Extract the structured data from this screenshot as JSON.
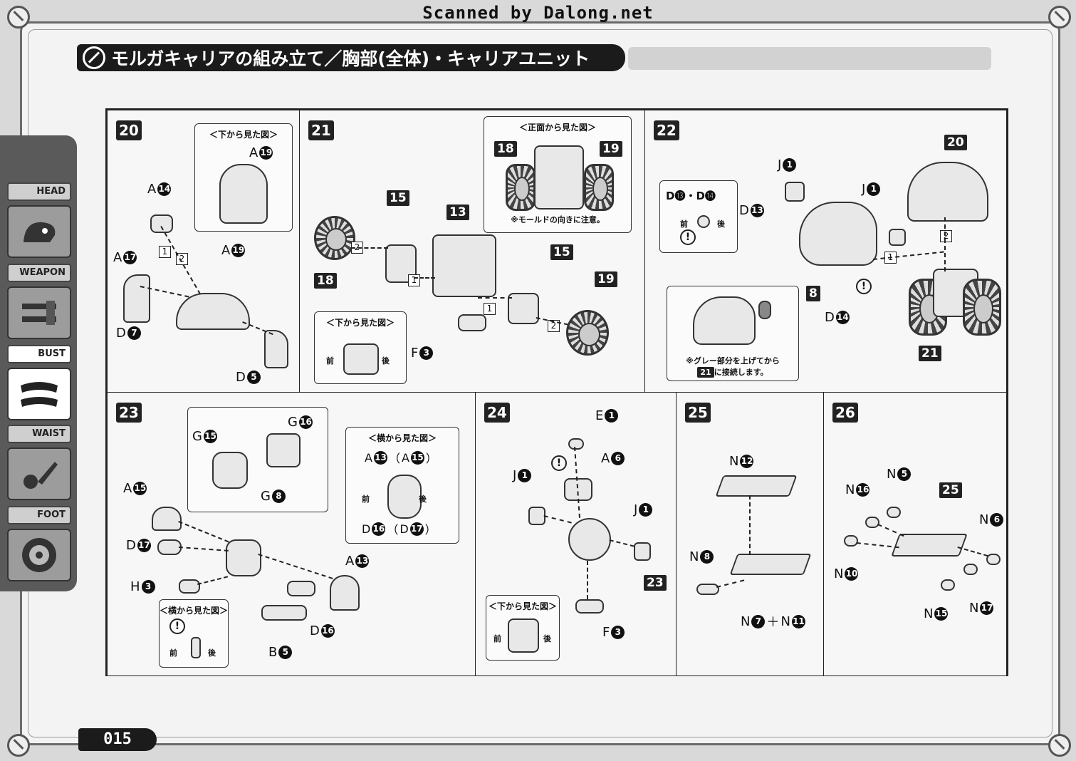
{
  "watermark": "Scanned by Dalong.net",
  "title": "モルガキャリアの組み立て／胸部(全体)・キャリアユニット",
  "page_number": "015",
  "sidebar": {
    "tabs": [
      {
        "label": "HEAD",
        "active": false,
        "icon": "head-icon"
      },
      {
        "label": "WEAPON",
        "active": false,
        "icon": "weapon-icon"
      },
      {
        "label": "BUST",
        "active": true,
        "icon": "bust-icon"
      },
      {
        "label": "WAIST",
        "active": false,
        "icon": "waist-icon"
      },
      {
        "label": "FOOT",
        "active": false,
        "icon": "foot-icon"
      }
    ]
  },
  "steps": {
    "s20": {
      "num": "20",
      "inset_title": "＜下から見た図＞",
      "inset_part": {
        "letter": "A",
        "num": "19"
      },
      "labels": [
        {
          "letter": "A",
          "num": "14"
        },
        {
          "letter": "A",
          "num": "17"
        },
        {
          "letter": "A",
          "num": "19"
        },
        {
          "letter": "D",
          "num": "7"
        },
        {
          "letter": "D",
          "num": "5"
        }
      ],
      "order": [
        "1",
        "2"
      ]
    },
    "s21": {
      "num": "21",
      "inset_top_title": "＜正面から見た図＞",
      "inset_top_note": "※モールドの向きに注意。",
      "inset_top_refs": [
        "18",
        "19"
      ],
      "inset_bottom_title": "＜下から見た図＞",
      "front": "前",
      "back": "後",
      "refs": [
        "15",
        "13",
        "18",
        "15",
        "19"
      ],
      "labels": [
        {
          "letter": "F",
          "num": "3"
        }
      ],
      "order": [
        "2",
        "1",
        "1",
        "2"
      ]
    },
    "s22": {
      "num": "22",
      "labels": [
        {
          "letter": "J",
          "num": "1"
        },
        {
          "letter": "J",
          "num": "1"
        },
        {
          "letter": "D",
          "num": "13"
        },
        {
          "letter": "D",
          "num": "14"
        }
      ],
      "inset_pair": "D⓭・D⓮",
      "front": "前",
      "back": "後",
      "refs": [
        "20",
        "8",
        "21"
      ],
      "order": [
        "2",
        "1"
      ],
      "note_line1": "※グレー部分を上げてから",
      "note_ref": "21",
      "note_line2": "に接続します。"
    },
    "s23": {
      "num": "23",
      "inset_side_title": "＜横から見た図＞",
      "inset_side_line1": {
        "a": "A",
        "n1": "13",
        "alt_a": "A",
        "n2": "15"
      },
      "inset_side_line2": {
        "a": "D",
        "n1": "16",
        "alt_a": "D",
        "n2": "17"
      },
      "front": "前",
      "back": "後",
      "inset_small_title": "＜横から見た図＞",
      "labels": [
        {
          "letter": "G",
          "num": "15"
        },
        {
          "letter": "G",
          "num": "16"
        },
        {
          "letter": "G",
          "num": "8"
        },
        {
          "letter": "A",
          "num": "15"
        },
        {
          "letter": "D",
          "num": "17"
        },
        {
          "letter": "H",
          "num": "3"
        },
        {
          "letter": "A",
          "num": "13"
        },
        {
          "letter": "D",
          "num": "16"
        },
        {
          "letter": "B",
          "num": "5"
        }
      ]
    },
    "s24": {
      "num": "24",
      "labels": [
        {
          "letter": "E",
          "num": "1"
        },
        {
          "letter": "A",
          "num": "6"
        },
        {
          "letter": "J",
          "num": "1"
        },
        {
          "letter": "J",
          "num": "1"
        },
        {
          "letter": "F",
          "num": "3"
        }
      ],
      "ref": "23",
      "inset_title": "＜下から見た図＞",
      "front": "前",
      "back": "後"
    },
    "s25": {
      "num": "25",
      "labels": [
        {
          "letter": "N",
          "num": "12"
        },
        {
          "letter": "N",
          "num": "8"
        }
      ],
      "combo": {
        "a": "N",
        "n1": "7",
        "plus": "＋",
        "b": "N",
        "n2": "11"
      }
    },
    "s26": {
      "num": "26",
      "ref": "25",
      "labels": [
        {
          "letter": "N",
          "num": "5"
        },
        {
          "letter": "N",
          "num": "16"
        },
        {
          "letter": "N",
          "num": "6"
        },
        {
          "letter": "N",
          "num": "10"
        },
        {
          "letter": "N",
          "num": "15"
        },
        {
          "letter": "N",
          "num": "17"
        }
      ]
    }
  }
}
